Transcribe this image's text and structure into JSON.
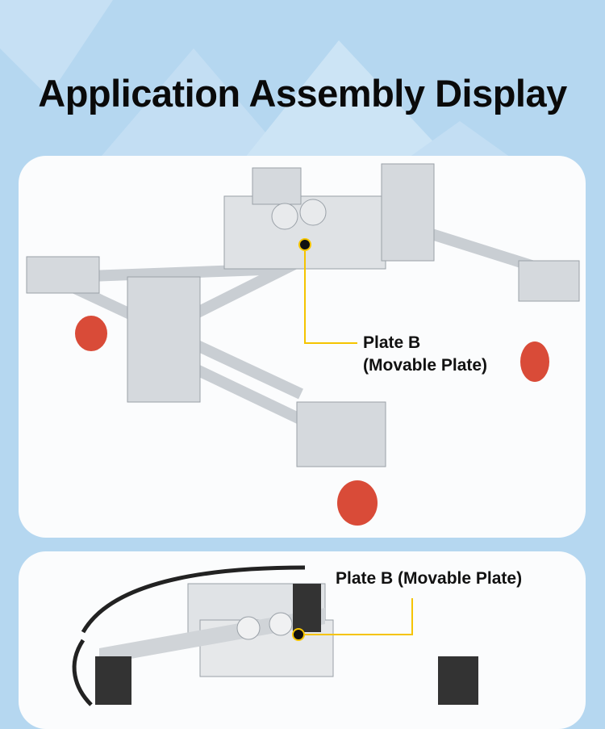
{
  "header": {
    "title": "Application Assembly Display"
  },
  "panel1": {
    "callout_line1": "Plate B",
    "callout_line2": "(Movable Plate)"
  },
  "panel2": {
    "callout": "Plate B (Movable Plate)"
  },
  "colors": {
    "background": "#b5d7f0",
    "callout_line": "#f5c400",
    "suction_cup": "#d94b38"
  }
}
